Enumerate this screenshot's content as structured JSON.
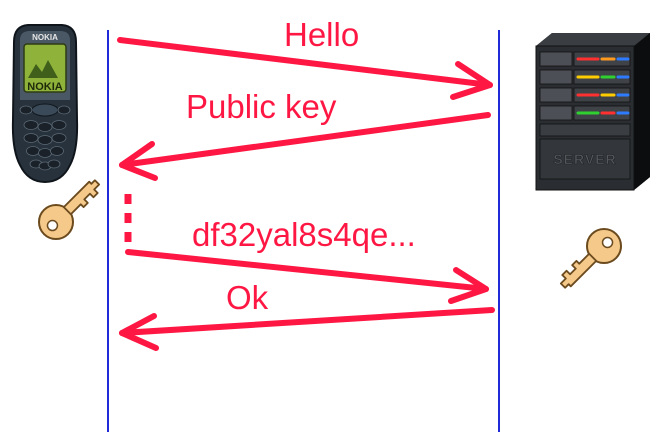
{
  "colors": {
    "arrow": "#ff1744",
    "label": "#ff1744",
    "lifeline": "#1f2bd6",
    "key_fill": "#f4c98a",
    "key_stroke": "#6b4a1e"
  },
  "icons": {
    "client": "mobile-phone-icon",
    "server": "server-tower-icon",
    "client_key": "key-icon",
    "server_key": "key-icon"
  },
  "phone": {
    "brand_top": "NOKIA",
    "brand_screen": "NOKIA"
  },
  "server": {
    "brand": "SERVER"
  },
  "messages": [
    {
      "label": "Hello",
      "direction": "client-to-server"
    },
    {
      "label": "Public key",
      "direction": "server-to-client"
    },
    {
      "label": "df32yal8s4qe...",
      "direction": "client-to-server"
    },
    {
      "label": "Ok",
      "direction": "server-to-client"
    }
  ]
}
